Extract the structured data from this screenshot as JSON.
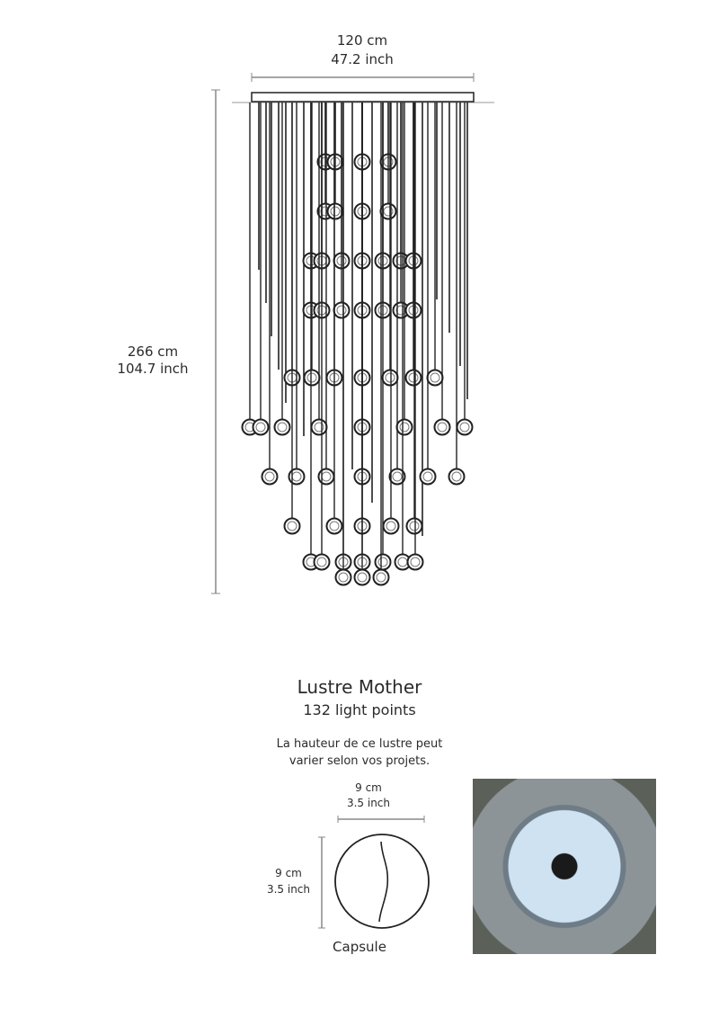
{
  "width_dim": {
    "cm": "120 cm",
    "inch": "47.2 inch"
  },
  "height_dim": {
    "cm": "266 cm",
    "inch": "104.7 inch"
  },
  "product": {
    "title": "Lustre Mother",
    "subtitle": "132 light points",
    "note_line1": "La hauteur de ce lustre peut",
    "note_line2": "varier selon vos projets."
  },
  "capsule": {
    "width_cm": "9 cm",
    "width_inch": "3.5 inch",
    "height_cm": "9 cm",
    "height_inch": "3.5 inch",
    "label": "Capsule"
  }
}
